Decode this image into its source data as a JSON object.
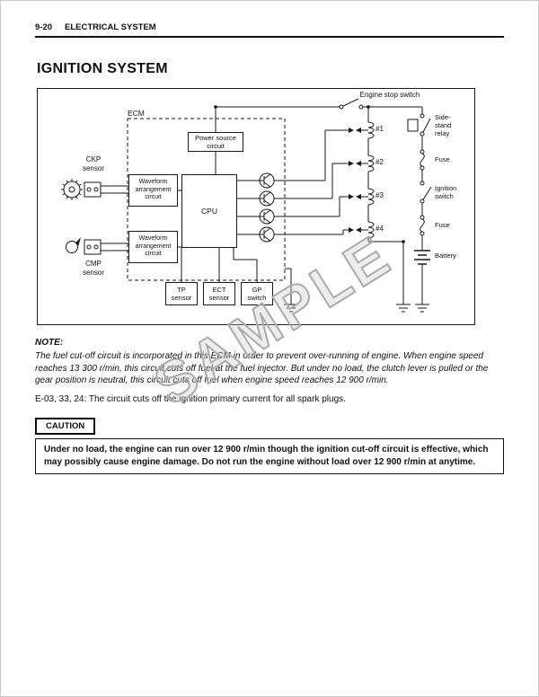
{
  "header": {
    "page_no": "9-20",
    "section": "ELECTRICAL SYSTEM"
  },
  "title": "IGNITION SYSTEM",
  "diagram": {
    "engine_stop_switch_label": "Engine stop switch",
    "ecm_label": "ECM",
    "power_source_label": "Power source circuit",
    "cpu_label": "CPU",
    "waveform_label_1": "Waveform arrangement circuit",
    "waveform_label_2": "Waveform arrangement circuit",
    "ckp_label": "CKP sensor",
    "cmp_label": "CMP sensor",
    "tp_label": "TP sensor",
    "ect_label": "ECT sensor",
    "gp_label": "GP switch",
    "coil_labels": [
      "#1",
      "#2",
      "#3",
      "#4"
    ],
    "side_stand_relay_label": "Side-stand relay",
    "fuse_label_1": "Fuse",
    "ignition_switch_label": "Ignition switch",
    "fuse_label_2": "Fuse",
    "battery_label": "Battery",
    "watermark": "SAMPLE"
  },
  "note": {
    "label": "NOTE:",
    "body": "The fuel cut-off circuit is incorporated in this ECM in order to prevent over-running of engine. When engine speed reaches 13 300 r/min, this circuit cuts off fuel at the fuel injector. But under no load, the clutch lever is pulled or the gear position is neutral, this circuit cuts off fuel when engine speed reaches 12 900 r/min.",
    "e_line": "E-03, 33, 24: The circuit cuts off the ignition primary current for all spark plugs."
  },
  "caution": {
    "label": "CAUTION",
    "body": "Under no load, the engine can run over 12 900 r/min though the ignition cut-off circuit is effective, which may possibly cause engine damage. Do not run the engine without load over 12 900 r/min at anytime."
  }
}
